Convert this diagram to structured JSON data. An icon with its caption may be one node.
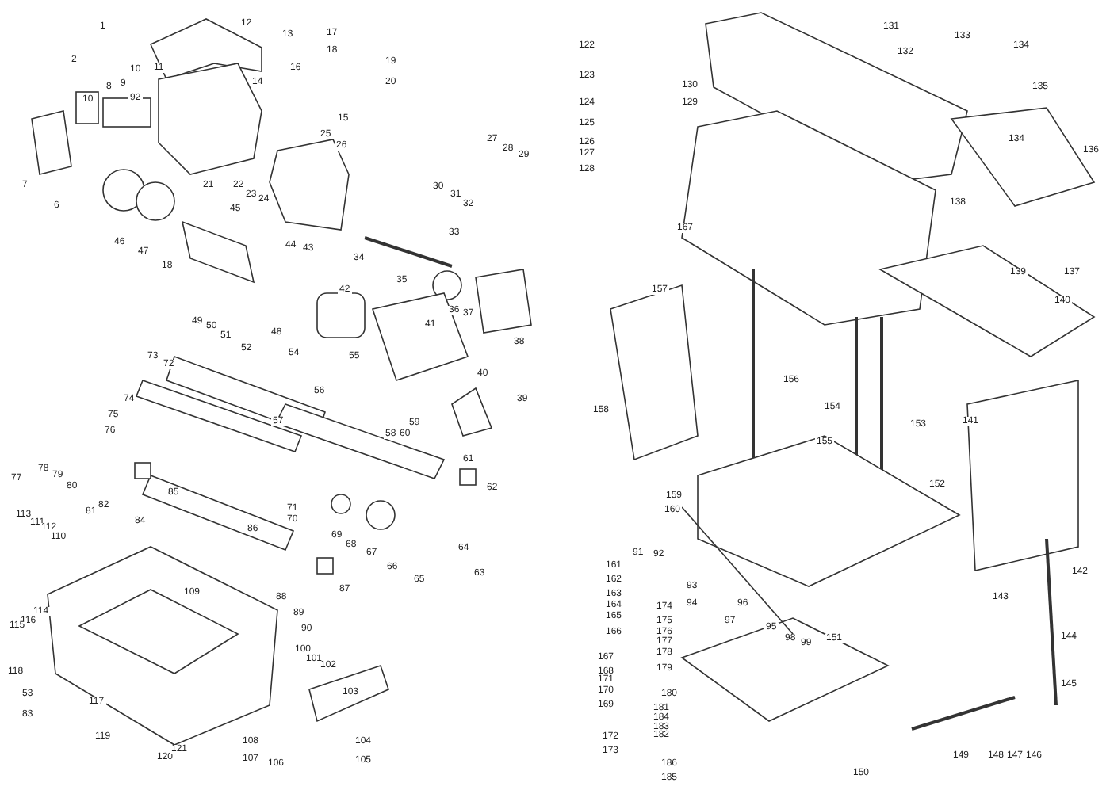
{
  "diagram": {
    "labels": [
      "1",
      "2",
      "12",
      "13",
      "17",
      "18",
      "19",
      "16",
      "20",
      "11",
      "10",
      "9",
      "8",
      "10",
      "92",
      "14",
      "15",
      "21",
      "22",
      "23",
      "24",
      "25",
      "26",
      "27",
      "28",
      "29",
      "30",
      "31",
      "32",
      "33",
      "34",
      "35",
      "36",
      "37",
      "38",
      "39",
      "40",
      "41",
      "42",
      "43",
      "44",
      "45",
      "46",
      "47",
      "18",
      "6",
      "7",
      "48",
      "49",
      "50",
      "51",
      "52",
      "54",
      "55",
      "73",
      "72",
      "74",
      "75",
      "76",
      "77",
      "78",
      "79",
      "80",
      "81",
      "82",
      "85",
      "84",
      "86",
      "57",
      "56",
      "59",
      "58",
      "60",
      "71",
      "70",
      "69",
      "68",
      "67",
      "66",
      "65",
      "61",
      "62",
      "64",
      "63",
      "87",
      "88",
      "89",
      "90",
      "113",
      "111",
      "112",
      "110",
      "109",
      "114",
      "116",
      "115",
      "118",
      "53",
      "83",
      "117",
      "119",
      "120",
      "121",
      "100",
      "101",
      "102",
      "103",
      "104",
      "105",
      "106",
      "107",
      "108",
      "122",
      "123",
      "124",
      "125",
      "126",
      "127",
      "128",
      "130",
      "129",
      "131",
      "132",
      "133",
      "134",
      "135",
      "134",
      "136",
      "138",
      "137",
      "167",
      "139",
      "140",
      "157",
      "156",
      "141",
      "153",
      "154",
      "158",
      "155",
      "159",
      "160",
      "152",
      "142",
      "143",
      "144",
      "145",
      "91",
      "92",
      "161",
      "162",
      "163",
      "164",
      "165",
      "166",
      "93",
      "94",
      "174",
      "175",
      "176",
      "177",
      "178",
      "179",
      "96",
      "97",
      "95",
      "98",
      "99",
      "151",
      "167",
      "168",
      "171",
      "170",
      "169",
      "180",
      "181",
      "184",
      "183",
      "182",
      "172",
      "173",
      "186",
      "185",
      "150",
      "149",
      "148",
      "147",
      "146"
    ]
  }
}
